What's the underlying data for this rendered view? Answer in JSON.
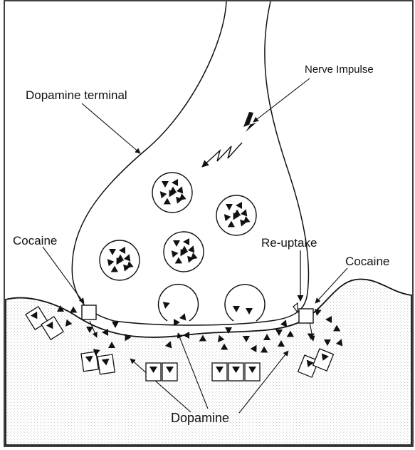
{
  "labels": {
    "nerve_impulse": "Nerve Impulse",
    "dopamine_terminal": "Dopamine terminal",
    "cocaine_left": "Cocaine",
    "cocaine_right": "Cocaine",
    "re_uptake": "Re-uptake",
    "dopamine": "Dopamine"
  },
  "colors": {
    "line": "#111111",
    "fill": "#ffffff",
    "postsynaptic_stipple": "#c9c9c9"
  }
}
